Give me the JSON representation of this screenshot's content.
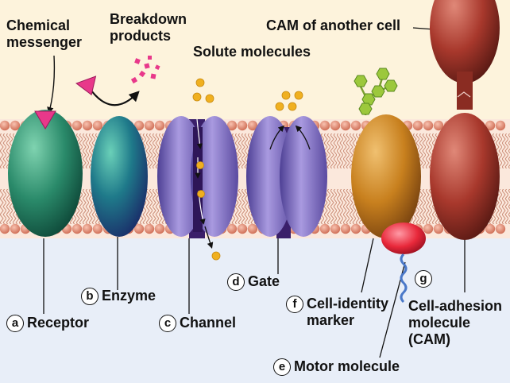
{
  "labels": {
    "chemical_messenger": "Chemical messenger",
    "breakdown_products": "Breakdown products",
    "solute_molecules": "Solute molecules",
    "cam_of_another_cell": "CAM of another cell",
    "receptor": "Receptor",
    "enzyme": "Enzyme",
    "channel": "Channel",
    "gate": "Gate",
    "cell_identity_marker": "Cell-identity marker",
    "cell_adhesion_molecule": "Cell-adhesion molecule (CAM)",
    "motor_molecule": "Motor molecule"
  },
  "tags": {
    "a": "a",
    "b": "b",
    "c": "c",
    "d": "d",
    "e": "e",
    "f": "f",
    "g": "g"
  },
  "colors": {
    "extracellular": "#fdf3dc",
    "intracellular": "#e8eef8",
    "phospholipid_head": "#e6907a",
    "receptor": "#2a8a6a",
    "enzyme": "#1f7a8a",
    "channel": "#6f5fb0",
    "marker": "#c8801e",
    "cam": "#a8382c",
    "motor": "#e8283a",
    "solute": "#f0b020",
    "messenger": "#e8388a",
    "sugar": "#9cc83c"
  }
}
